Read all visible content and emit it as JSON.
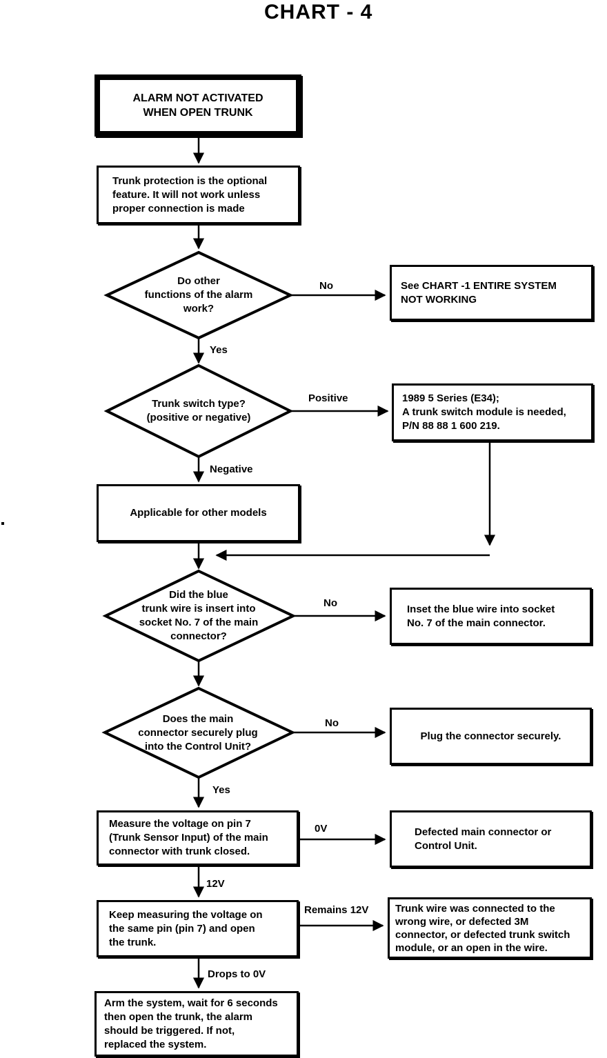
{
  "title": "CHART - 4",
  "nodes": {
    "start": {
      "text": "ALARM NOT ACTIVATED\nWHEN OPEN TRUNK"
    },
    "intro": {
      "text": "Trunk protection is the optional\nfeature.  It will not work unless\nproper connection is made"
    },
    "decision_1": {
      "text": "Do other\nfunctions of the alarm\nwork?"
    },
    "see_chart_1": {
      "text": "See CHART -1  ENTIRE SYSTEM\nNOT WORKING"
    },
    "decision_2": {
      "text": "Trunk switch type?\n(positive or negative)"
    },
    "trunk_module": {
      "text": "1989 5 Series (E34);\nA trunk switch module is needed,\nP/N 88 88 1 600 219."
    },
    "other_models": {
      "text": "Applicable for other models"
    },
    "decision_3": {
      "text": "Did the blue\ntrunk wire is insert into\nsocket No. 7 of the main\nconnector?"
    },
    "insert_wire": {
      "text": "Inset the blue wire into socket\nNo. 7 of the main connector."
    },
    "decision_4": {
      "text": "Does the main\nconnector securely plug\ninto the Control Unit?"
    },
    "plug_connector": {
      "text": "Plug the connector securely."
    },
    "measure_voltage": {
      "text": "Measure the voltage on pin 7\n(Trunk Sensor Input) of the main\nconnector with trunk closed."
    },
    "defected_unit": {
      "text": "Defected main connector or\nControl Unit."
    },
    "keep_measuring": {
      "text": "Keep measuring the voltage on\nthe same pin (pin 7) and open\nthe trunk."
    },
    "wrong_wire": {
      "text": "Trunk wire was connected to the\nwrong wire, or defected 3M\nconnector, or defected trunk switch\nmodule, or an open in the wire."
    },
    "arm_system": {
      "text": "Arm the system, wait for 6 seconds\nthen open the trunk, the alarm\nshould be triggered.  If not,\nreplaced the system."
    }
  },
  "edges": [
    {
      "from": "start",
      "to": "intro",
      "label": ""
    },
    {
      "from": "intro",
      "to": "decision_1",
      "label": ""
    },
    {
      "from": "decision_1",
      "to": "see_chart_1",
      "label": "No"
    },
    {
      "from": "decision_1",
      "to": "decision_2",
      "label": "Yes"
    },
    {
      "from": "decision_2",
      "to": "trunk_module",
      "label": "Positive"
    },
    {
      "from": "decision_2",
      "to": "other_models",
      "label": "Negative"
    },
    {
      "from": "trunk_module",
      "to": "decision_3",
      "label": ""
    },
    {
      "from": "other_models",
      "to": "decision_3",
      "label": ""
    },
    {
      "from": "decision_3",
      "to": "insert_wire",
      "label": "No"
    },
    {
      "from": "decision_3",
      "to": "decision_4",
      "label": ""
    },
    {
      "from": "decision_4",
      "to": "plug_connector",
      "label": "No"
    },
    {
      "from": "decision_4",
      "to": "measure_voltage",
      "label": "Yes"
    },
    {
      "from": "measure_voltage",
      "to": "defected_unit",
      "label": "0V"
    },
    {
      "from": "measure_voltage",
      "to": "keep_measuring",
      "label": "12V"
    },
    {
      "from": "keep_measuring",
      "to": "wrong_wire",
      "label": "Remains 12V"
    },
    {
      "from": "keep_measuring",
      "to": "arm_system",
      "label": "Drops to 0V"
    }
  ],
  "colors": {
    "ink": "#000000",
    "background": "#ffffff"
  }
}
